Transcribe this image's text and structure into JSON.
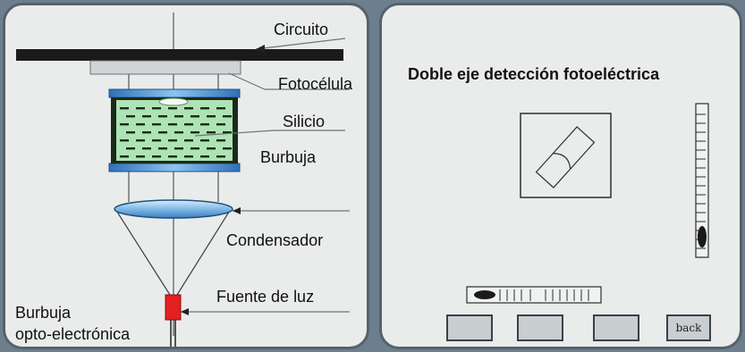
{
  "left": {
    "labels": {
      "circuit": "Circuito",
      "photocell": "Fotocélula",
      "silicon": "Silicio",
      "bubble": "Burbuja",
      "condenser": "Condensador",
      "light_source": "Fuente de luz",
      "opto_line1": "Burbuja",
      "opto_line2": "opto-electrónica"
    }
  },
  "right": {
    "title": "Doble eje detección fotoeléctrica",
    "buttons": [
      "",
      "",
      ""
    ],
    "back_label": "back"
  },
  "colors": {
    "background": "#6d7f8e",
    "panel": "#e9ecea",
    "circuit_bar": "#1a1a1a",
    "photocell": "#d0d4d6",
    "vial_frame": "#4a90d9",
    "vial_fill": "#1b2a1b",
    "lens": "#a9d4f2",
    "light_source": "#e32020"
  }
}
